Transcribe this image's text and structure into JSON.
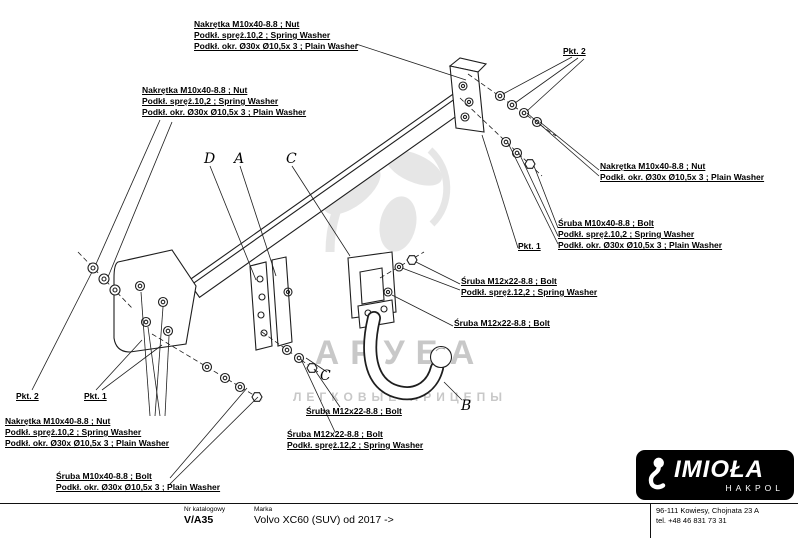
{
  "watermark": {
    "title": "АРУБА",
    "subtitle": "ЛЕГКОВЫЕ ПРИЦЕПЫ"
  },
  "callouts": {
    "d": "D",
    "a": "A",
    "c_upper": "C",
    "c_lower": "C",
    "b": "B"
  },
  "labels": {
    "top_center": {
      "l1": "Nakrętka M10x40-8.8 ; Nut",
      "l2": "Podkł. spręż.10,2 ; Spring Washer",
      "l3": "Podkł. okr. Ø30x Ø10,5x 3 ; Plain Washer"
    },
    "pkt2_top": "Pkt. 2",
    "upper_left": {
      "l1": "Nakrętka M10x40-8.8 ; Nut",
      "l2": "Podkł. spręż.10,2 ; Spring Washer",
      "l3": "Podkł. okr. Ø30x Ø10,5x 3 ; Plain Washer"
    },
    "right_nut": {
      "l1": "Nakrętka M10x40-8.8 ; Nut",
      "l2": "Podkł. okr. Ø30x Ø10,5x 3 ; Plain Washer"
    },
    "right_bolt": {
      "l1": "Śruba M10x40-8.8 ; Bolt",
      "l2": "Podkł. spręż.10,2 ; Spring Washer",
      "l3": "Podkł. okr. Ø30x Ø10,5x 3 ; Plain Washer"
    },
    "pkt1_right": "Pkt. 1",
    "mid_bolt_spring": {
      "l1": "Śruba M12x22-8.8 ; Bolt",
      "l2": "Podkł. spręż.12,2 ; Spring Washer"
    },
    "mid_bolt": "Śruba M12x22-8.8 ; Bolt",
    "bottom_bolt": "Śruba M12x22-8.8 ; Bolt",
    "bottom_bolt_spring": {
      "l1": "Śruba M12x22-8.8 ; Bolt",
      "l2": "Podkł. spręż.12,2 ; Spring Washer"
    },
    "bottom_left_nut": {
      "l1": "Nakrętka M10x40-8.8 ; Nut",
      "l2": "Podkł. spręż.10,2 ; Spring Washer",
      "l3": "Podkł. okr. Ø30x Ø10,5x 3 ; Plain Washer"
    },
    "bottom_left_bolt": {
      "l1": "Śruba M10x40-8.8 ; Bolt",
      "l2": "Podkł. okr. Ø30x Ø10,5x 3 ; Plain Washer"
    },
    "pkt2_bottom": "Pkt. 2",
    "pkt1_bottom": "Pkt. 1"
  },
  "footer": {
    "catalog_label": "Nr katalogowy",
    "catalog_value": "V/A35",
    "brand_label": "Marka",
    "brand_value": "Volvo XC60 (SUV) od  2017 ->",
    "address_line1": "96-111 Kowiesy, Chojnata 23 A",
    "address_line2": "tel. +48 46 831 73 31"
  },
  "logo": {
    "title": "IMIOŁA",
    "subtitle": "HAKPOL"
  }
}
